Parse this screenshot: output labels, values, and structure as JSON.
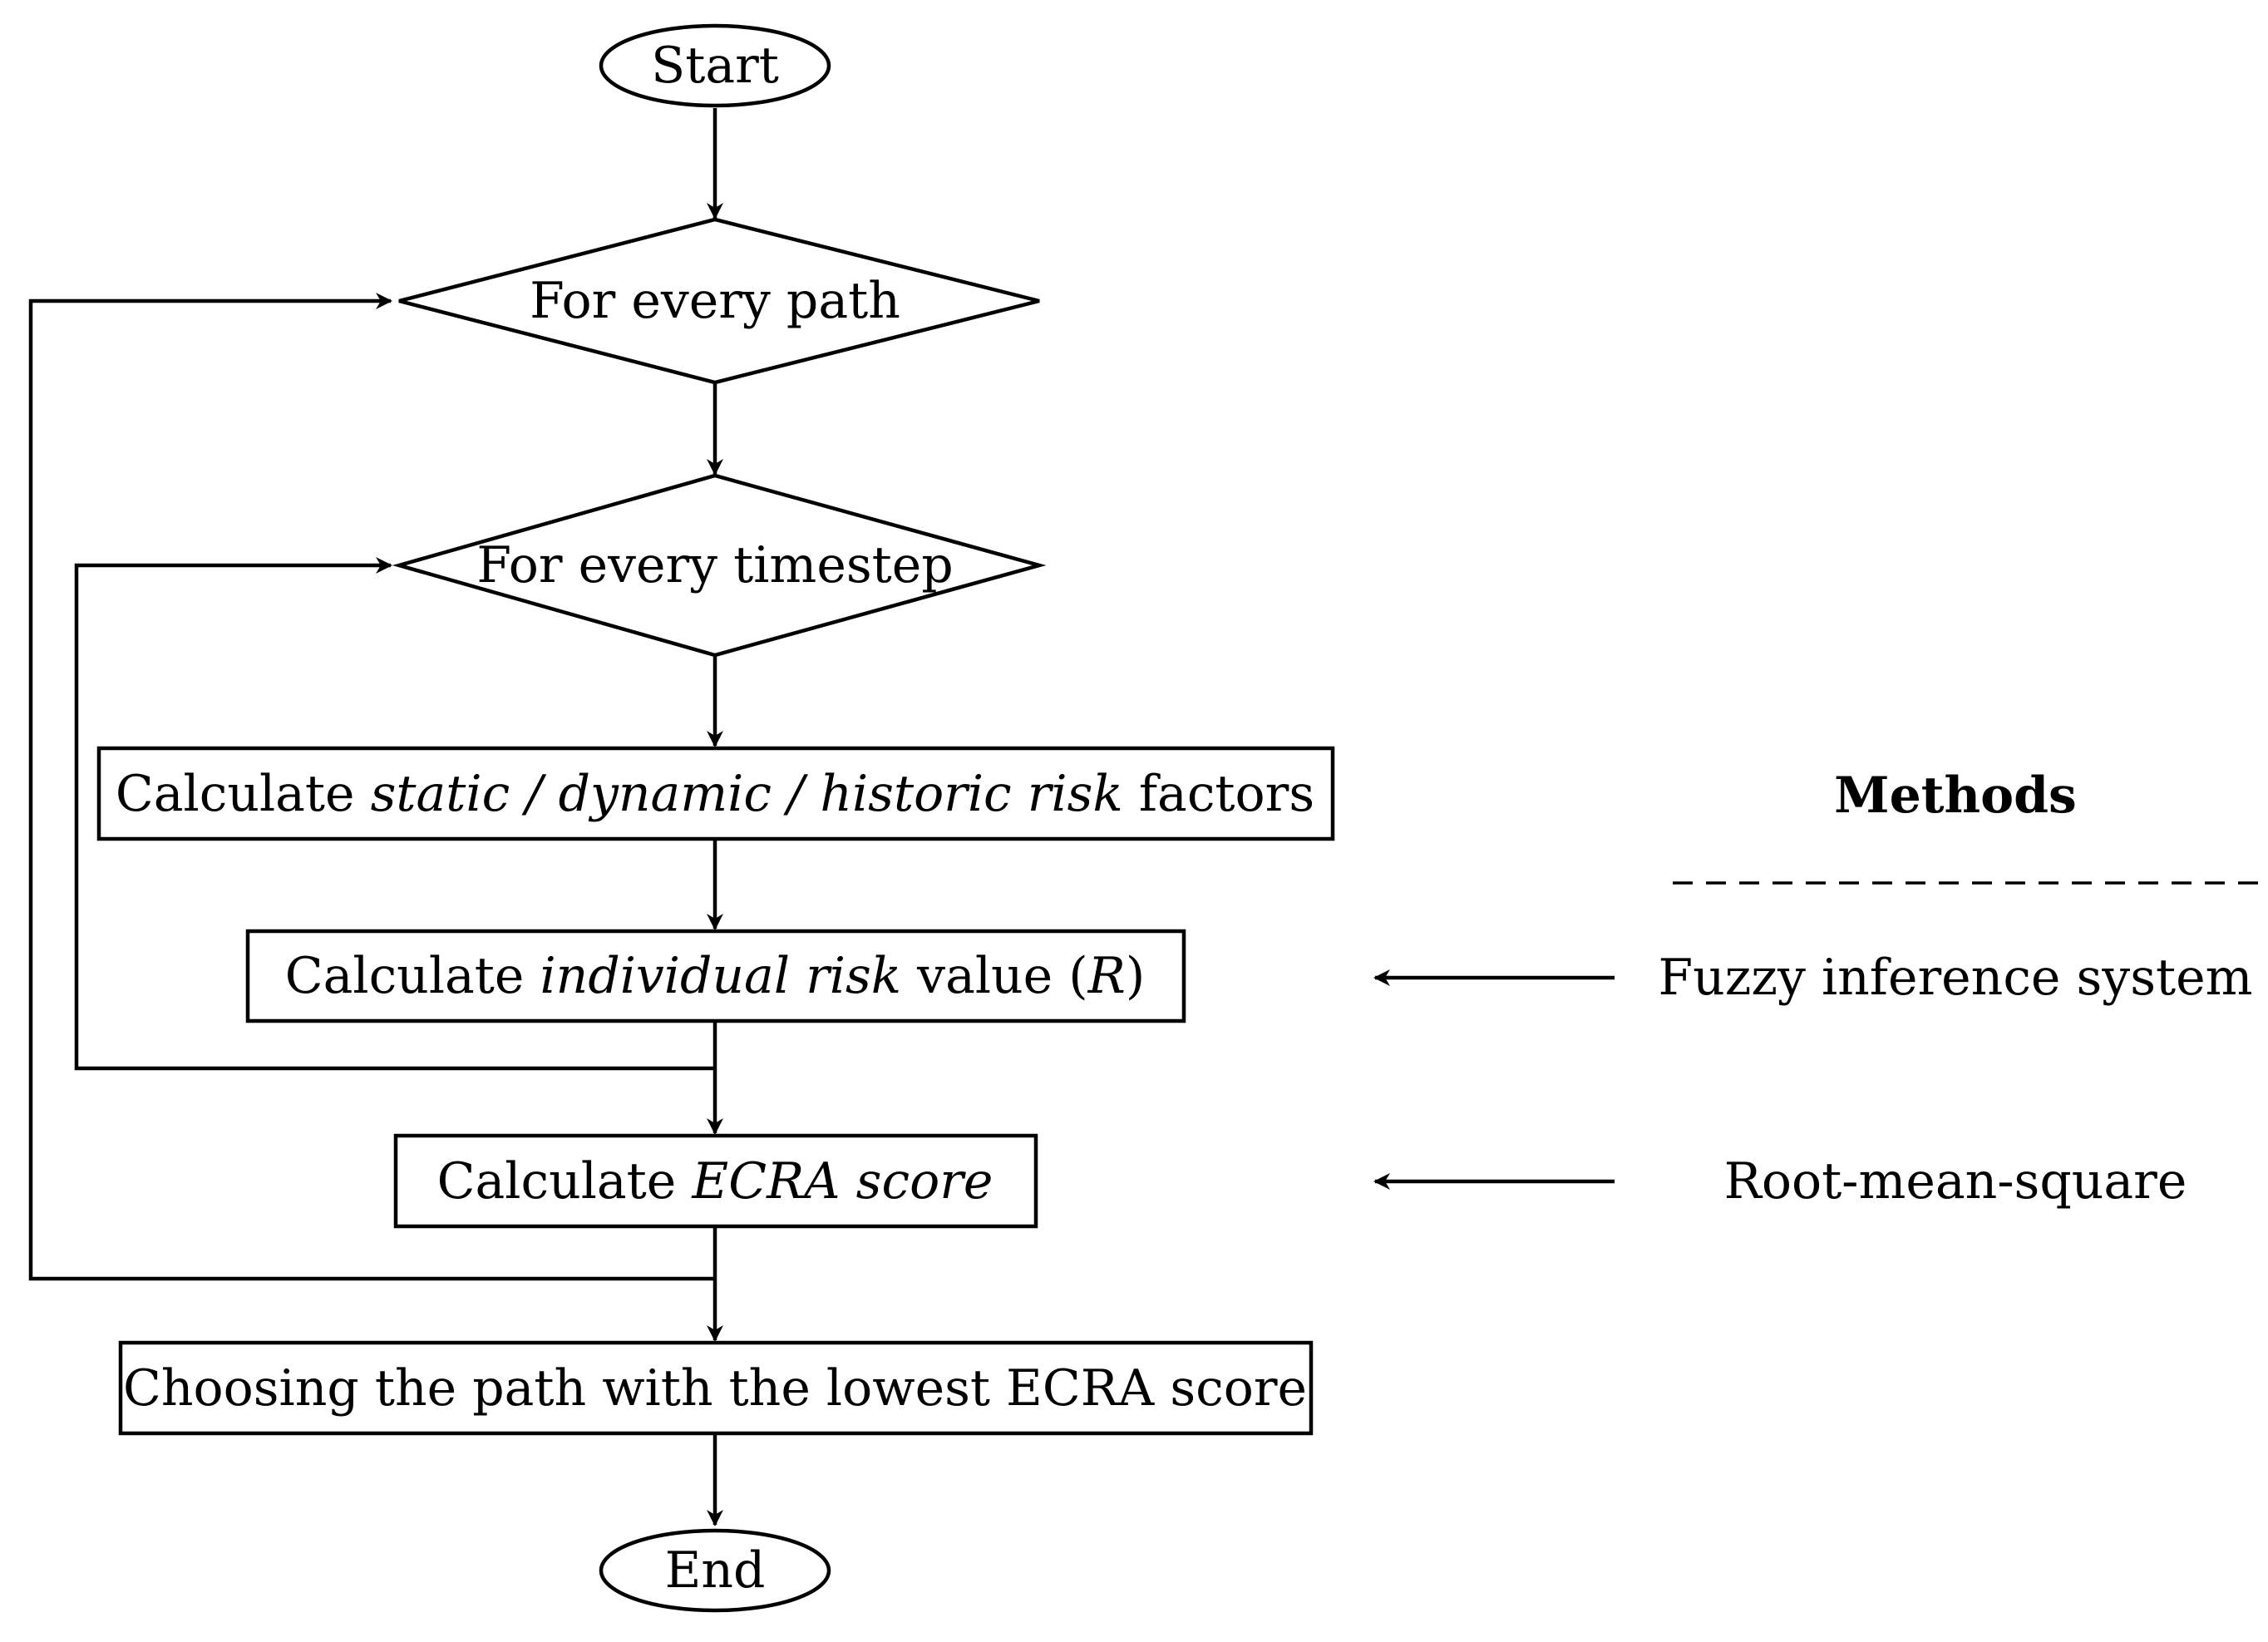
{
  "nodes": {
    "start": {
      "label": "Start"
    },
    "for_every_path": {
      "label": "For every path"
    },
    "for_every_timestep": {
      "label": "For every timestep"
    },
    "calc_factors": {
      "prefix": "Calculate ",
      "italic": "static / dynamic / historic risk",
      "suffix": " factors"
    },
    "calc_individual_risk": {
      "prefix": "Calculate ",
      "italic": "individual risk",
      "middle": " value (",
      "italic2": "R",
      "suffix": ")"
    },
    "calc_ecra": {
      "prefix": "Calculate ",
      "italic": "ECRA score"
    },
    "choose_path": {
      "label": "Choosing the path with the lowest ECRA score"
    },
    "end": {
      "label": "End"
    }
  },
  "methods": {
    "title": "Methods",
    "items": [
      {
        "label": "Fuzzy inference system",
        "target": "calc_individual_risk"
      },
      {
        "label": "Root-mean-square",
        "target": "calc_ecra"
      }
    ]
  },
  "edges": [
    {
      "from": "start",
      "to": "for_every_path"
    },
    {
      "from": "for_every_path",
      "to": "for_every_timestep"
    },
    {
      "from": "for_every_timestep",
      "to": "calc_factors"
    },
    {
      "from": "calc_factors",
      "to": "calc_individual_risk"
    },
    {
      "from": "calc_individual_risk",
      "to": "calc_ecra"
    },
    {
      "from": "calc_individual_risk",
      "to": "for_every_timestep",
      "type": "loop"
    },
    {
      "from": "calc_ecra",
      "to": "choose_path"
    },
    {
      "from": "calc_ecra",
      "to": "for_every_path",
      "type": "loop"
    },
    {
      "from": "choose_path",
      "to": "end"
    }
  ]
}
